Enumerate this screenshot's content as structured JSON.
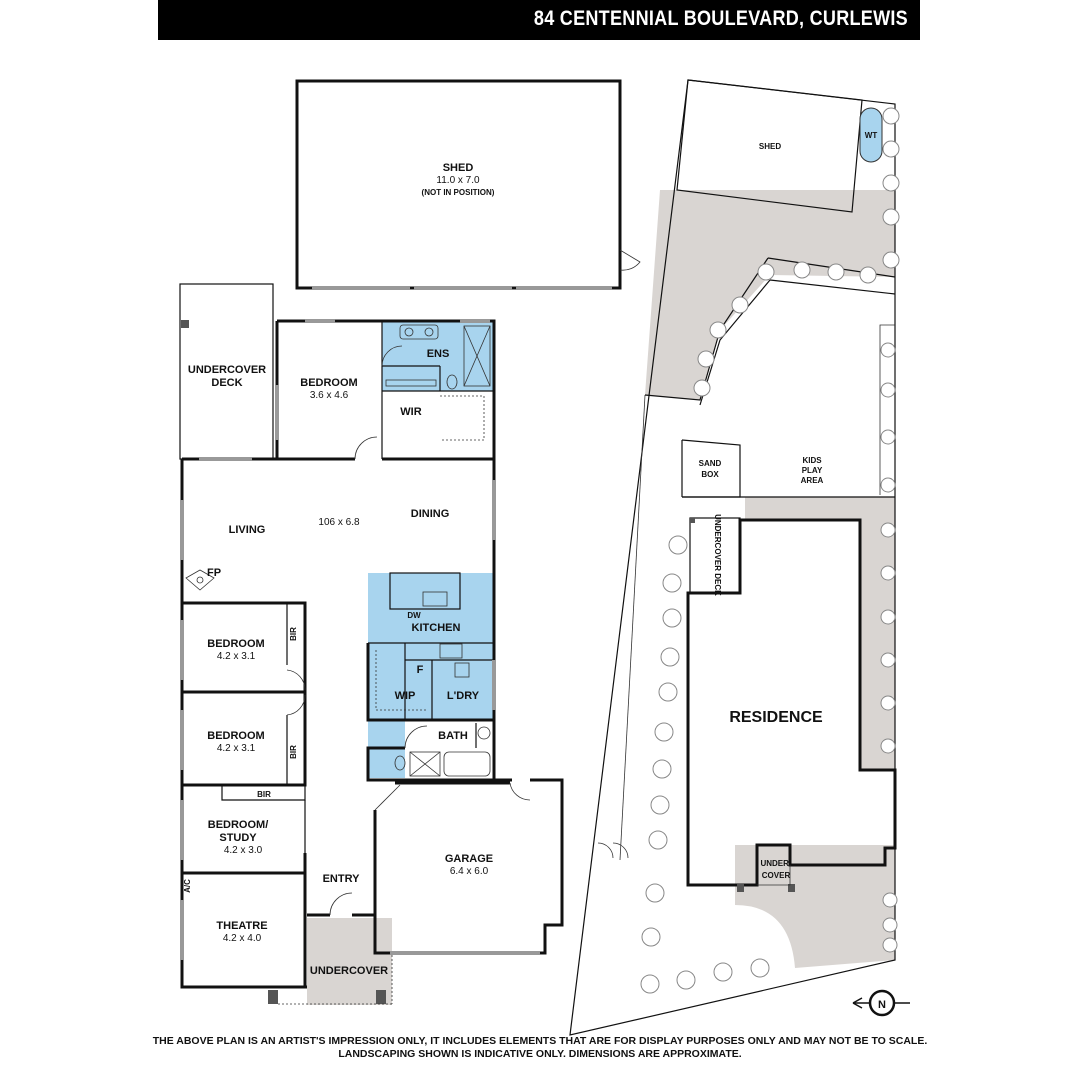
{
  "header": {
    "title": "84 CENTENNIAL BOULEVARD, CURLEWIS"
  },
  "colors": {
    "wet_area": "#a8d4ee",
    "paving": "#d9d5d2",
    "header_bg": "#000000"
  },
  "rooms": {
    "shed_main": {
      "label": "SHED",
      "dims": "11.0 x 7.0",
      "note": "(NOT IN POSITION)"
    },
    "undercover_deck": {
      "line1": "UNDERCOVER",
      "line2": "DECK"
    },
    "bedroom_master": {
      "label": "BEDROOM",
      "dims": "3.6 x 4.6"
    },
    "ens": {
      "label": "ENS"
    },
    "wir": {
      "label": "WIR"
    },
    "living": {
      "label": "LIVING"
    },
    "living_dims": {
      "dims": "106 x 6.8"
    },
    "dining": {
      "label": "DINING"
    },
    "fp": {
      "label": "FP"
    },
    "kitchen": {
      "label": "KITCHEN"
    },
    "dw": {
      "label": "DW"
    },
    "bedroom2": {
      "label": "BEDROOM",
      "dims": "4.2 x 3.1"
    },
    "bir1": {
      "label": "BIR"
    },
    "bedroom3": {
      "label": "BEDROOM",
      "dims": "4.2 x 3.1"
    },
    "bir2": {
      "label": "BIR"
    },
    "bir3": {
      "label": "BIR"
    },
    "fridge": {
      "label": "F"
    },
    "wip": {
      "label": "WIP"
    },
    "ldry": {
      "label": "L'DRY"
    },
    "bath": {
      "label": "BATH"
    },
    "bedroom_study": {
      "line1": "BEDROOM/",
      "line2": "STUDY",
      "dims": "4.2 x 3.0"
    },
    "entry": {
      "label": "ENTRY"
    },
    "garage": {
      "label": "GARAGE",
      "dims": "6.4 x 6.0"
    },
    "theatre": {
      "label": "THEATRE",
      "dims": "4.2 x 4.0"
    },
    "ac": {
      "label": "A/C"
    },
    "undercover_front": {
      "label": "UNDERCOVER"
    }
  },
  "site": {
    "shed": {
      "label": "SHED"
    },
    "wt": {
      "label": "WT"
    },
    "sand_box": {
      "line1": "SAND",
      "line2": "BOX"
    },
    "kids_play": {
      "line1": "KIDS",
      "line2": "PLAY",
      "line3": "AREA"
    },
    "undercover_deck": {
      "label": "UNDERCOVER DECK"
    },
    "residence": {
      "label": "RESIDENCE"
    },
    "undercover": {
      "line1": "UNDER-",
      "line2": "COVER"
    }
  },
  "north_arrow": {
    "label": "N"
  },
  "disclaimer": {
    "line1": "THE ABOVE PLAN IS AN ARTIST'S IMPRESSION ONLY, IT INCLUDES ELEMENTS THAT ARE FOR DISPLAY PURPOSES ONLY AND MAY NOT BE TO SCALE.",
    "line2": "LANDSCAPING SHOWN IS INDICATIVE ONLY. DIMENSIONS ARE APPROXIMATE."
  }
}
